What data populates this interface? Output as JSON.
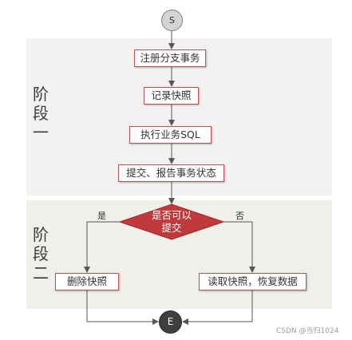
{
  "phases": {
    "phase_one_label": [
      "阶",
      "段",
      "一"
    ],
    "phase_two_label": [
      "阶",
      "段",
      "二"
    ]
  },
  "nodes": {
    "start": "S",
    "register": "注册分支事务",
    "log": "记录快照",
    "sql": "执行业务SQL",
    "submit": "提交、报告事务状态",
    "decision_line1": "是否可以",
    "decision_line2": "提交",
    "delete": "删除快照",
    "restore": "读取快照，恢复数据",
    "end": "E"
  },
  "branches": {
    "yes": "是",
    "no": "否"
  },
  "watermark": "CSDN @当归1024",
  "colors": {
    "box_border": "#c0504d",
    "decision_fill": "#c0393b",
    "phase_one_bg": "#f2f2f2",
    "phase_two_bg": "#f0efe9",
    "line": "#555555"
  }
}
